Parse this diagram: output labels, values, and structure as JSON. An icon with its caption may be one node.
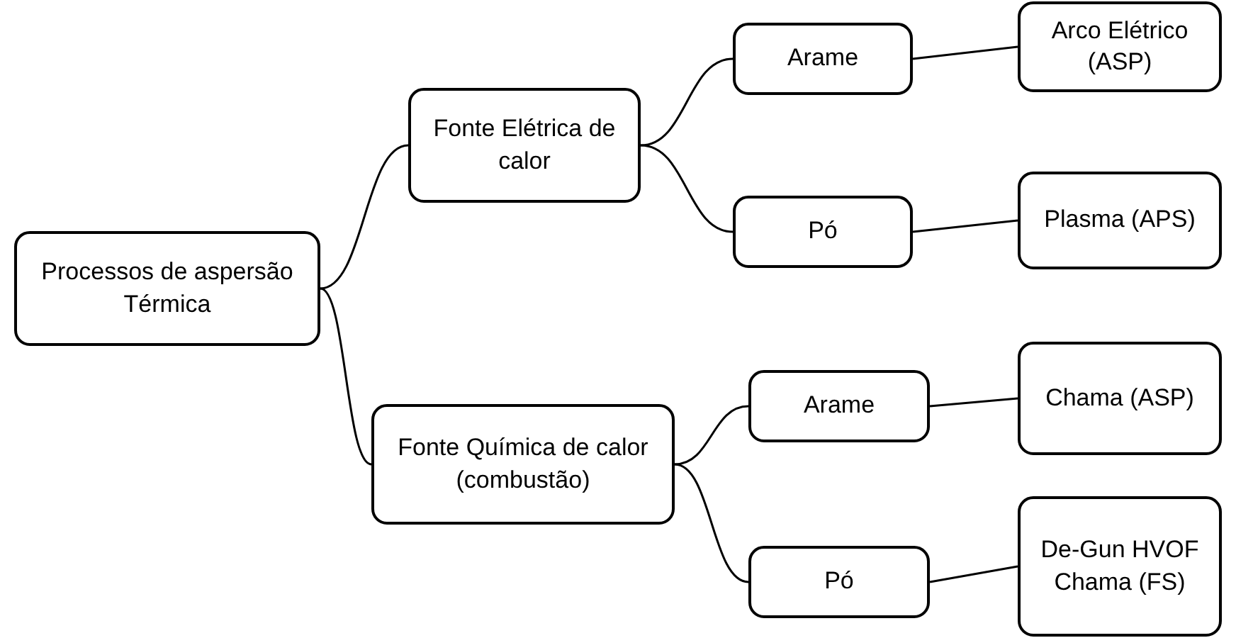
{
  "diagram": {
    "nodes": [
      {
        "text": [
          "Processos de aspersão Térmica"
        ]
      },
      {
        "text": [
          "Fonte Elétrica de calor"
        ]
      },
      {
        "text": [
          "Fonte Química de calor (combustão)"
        ]
      },
      {
        "text": [
          "Arame"
        ]
      },
      {
        "text": [
          "Pó"
        ]
      },
      {
        "text": [
          "Arco Elétrico (ASP)"
        ]
      },
      {
        "text": [
          "Plasma (APS)"
        ]
      },
      {
        "text": [
          "Arame"
        ]
      },
      {
        "text": [
          "Pó"
        ]
      },
      {
        "text": [
          "Chama (ASP)"
        ]
      },
      {
        "text": [
          "De-Gun HVOF Chama (FS)"
        ]
      }
    ],
    "edges": [
      {
        "from": 0,
        "to": 1,
        "arrow": "none"
      },
      {
        "from": 0,
        "to": 2,
        "arrow": "none"
      },
      {
        "from": 1,
        "to": 3,
        "arrow": "none"
      },
      {
        "from": 1,
        "to": 4,
        "arrow": "none"
      },
      {
        "from": 3,
        "to": 5,
        "arrow": "none"
      },
      {
        "from": 4,
        "to": 6,
        "arrow": "none"
      },
      {
        "from": 2,
        "to": 7,
        "arrow": "none"
      },
      {
        "from": 2,
        "to": 8,
        "arrow": "none"
      },
      {
        "from": 7,
        "to": 9,
        "arrow": "none"
      },
      {
        "from": 8,
        "to": 10,
        "arrow": "none"
      }
    ]
  }
}
